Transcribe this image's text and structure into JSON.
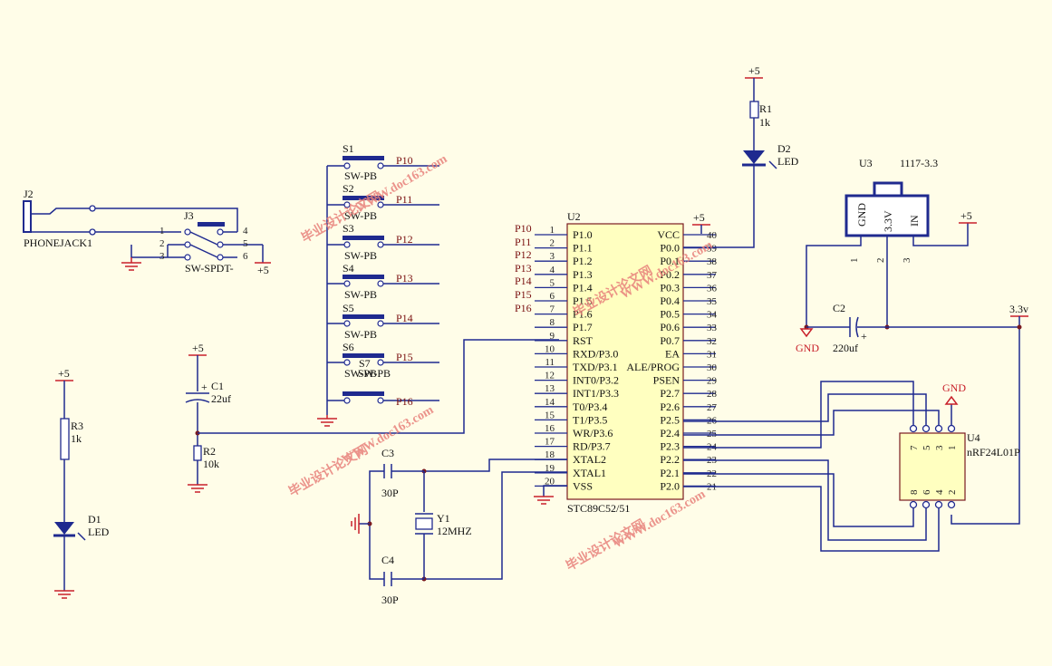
{
  "components": {
    "j2": {
      "ref": "J2",
      "name": "PHONEJACK1"
    },
    "j3": {
      "ref": "J3",
      "name": "SW-SPDT-",
      "pins": [
        "1",
        "2",
        "3",
        "4",
        "5",
        "6"
      ]
    },
    "s1": {
      "ref": "S1",
      "name": "SW-PB"
    },
    "s2": {
      "ref": "S2",
      "name": "SW-PB"
    },
    "s3": {
      "ref": "S3",
      "name": "SW-PB"
    },
    "s4": {
      "ref": "S4",
      "name": "SW-PB"
    },
    "s5": {
      "ref": "S5",
      "name": "SW-PB"
    },
    "s6": {
      "ref": "S6",
      "name": "SW-PB"
    },
    "s7": {
      "ref": "S7",
      "name": "SW-PB"
    },
    "r1": {
      "ref": "R1",
      "value": "1k"
    },
    "r2": {
      "ref": "R2",
      "value": "10k"
    },
    "r3": {
      "ref": "R3",
      "value": "1k"
    },
    "d1": {
      "ref": "D1",
      "name": "LED"
    },
    "d2": {
      "ref": "D2",
      "name": "LED"
    },
    "c1": {
      "ref": "C1",
      "value": "22uf",
      "pol": "+"
    },
    "c2": {
      "ref": "C2",
      "value": "220uf",
      "pol": "+"
    },
    "c3": {
      "ref": "C3",
      "value": "30P"
    },
    "c4": {
      "ref": "C4",
      "value": "30P"
    },
    "y1": {
      "ref": "Y1",
      "value": "12MHZ"
    },
    "u2": {
      "ref": "U2",
      "name": "STC89C52/51",
      "left_pins": [
        {
          "num": "1",
          "name": "P1.0"
        },
        {
          "num": "2",
          "name": "P1.1"
        },
        {
          "num": "3",
          "name": "P1.2"
        },
        {
          "num": "4",
          "name": "P1.3"
        },
        {
          "num": "5",
          "name": "P1.4"
        },
        {
          "num": "6",
          "name": "P1.5"
        },
        {
          "num": "7",
          "name": "P1.6"
        },
        {
          "num": "8",
          "name": "P1.7"
        },
        {
          "num": "9",
          "name": "RST"
        },
        {
          "num": "10",
          "name": "RXD/P3.0"
        },
        {
          "num": "11",
          "name": "TXD/P3.1"
        },
        {
          "num": "12",
          "name": "INT0/P3.2"
        },
        {
          "num": "13",
          "name": "INT1/P3.3"
        },
        {
          "num": "14",
          "name": "T0/P3.4"
        },
        {
          "num": "15",
          "name": "T1/P3.5"
        },
        {
          "num": "16",
          "name": "WR/P3.6"
        },
        {
          "num": "17",
          "name": "RD/P3.7"
        },
        {
          "num": "18",
          "name": "XTAL2"
        },
        {
          "num": "19",
          "name": "XTAL1"
        },
        {
          "num": "20",
          "name": "VSS"
        }
      ],
      "right_pins": [
        {
          "num": "40",
          "name": "VCC"
        },
        {
          "num": "39",
          "name": "P0.0"
        },
        {
          "num": "38",
          "name": "P0.1"
        },
        {
          "num": "37",
          "name": "P0.2"
        },
        {
          "num": "36",
          "name": "P0.3"
        },
        {
          "num": "35",
          "name": "P0.4"
        },
        {
          "num": "34",
          "name": "P0.5"
        },
        {
          "num": "33",
          "name": "P0.6"
        },
        {
          "num": "32",
          "name": "P0.7"
        },
        {
          "num": "31",
          "name": "EA"
        },
        {
          "num": "30",
          "name": "ALE/PROG"
        },
        {
          "num": "29",
          "name": "PSEN"
        },
        {
          "num": "28",
          "name": "P2.7"
        },
        {
          "num": "27",
          "name": "P2.6"
        },
        {
          "num": "26",
          "name": "P2.5"
        },
        {
          "num": "25",
          "name": "P2.4"
        },
        {
          "num": "24",
          "name": "P2.3"
        },
        {
          "num": "23",
          "name": "P2.2"
        },
        {
          "num": "22",
          "name": "P2.1"
        },
        {
          "num": "21",
          "name": "P2.0"
        }
      ]
    },
    "u3": {
      "ref": "U3",
      "name": "1117-3.3",
      "pins": [
        "GND",
        "3.3V",
        "IN"
      ],
      "pin_nums": [
        "1",
        "2",
        "3"
      ]
    },
    "u4": {
      "ref": "U4",
      "name": "nRF24L01P",
      "top_pins": [
        "7",
        "5",
        "3",
        "1"
      ],
      "bottom_pins": [
        "8",
        "6",
        "4",
        "2"
      ]
    }
  },
  "nets": {
    "p10": "P10",
    "p11": "P11",
    "p12": "P12",
    "p13": "P13",
    "p14": "P14",
    "p15": "P15",
    "p16": "P16",
    "vcc": "+5",
    "v33": "3.3v",
    "gnd": "GND"
  },
  "watermarks": [
    "毕业设计论文网",
    "WWW.doc163.com"
  ]
}
